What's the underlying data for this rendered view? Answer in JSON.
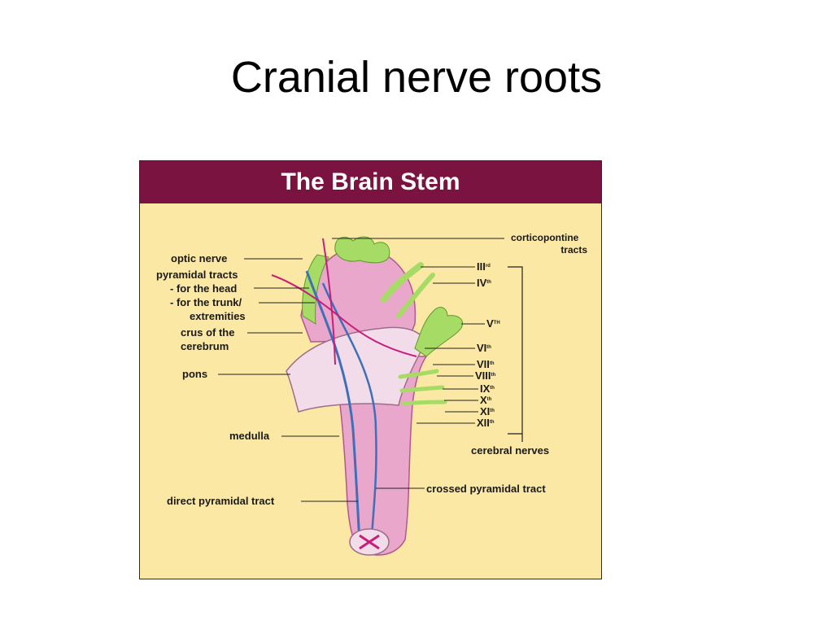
{
  "slide": {
    "title": "Cranial nerve roots"
  },
  "figure": {
    "header": "The Brain Stem",
    "labels": {
      "optic_nerve": "optic nerve",
      "pyramidal_tracts": "pyramidal tracts",
      "for_the_head": "- for the head",
      "for_the_trunk": "- for the trunk/",
      "extremities": "extremities",
      "crus_line1": "crus of the",
      "crus_line2": "cerebrum",
      "pons": "pons",
      "medulla": "medulla",
      "direct_pyramidal_tract": "direct pyramidal tract",
      "corticopontine_line1": "corticopontine",
      "corticopontine_line2": "tracts",
      "crossed_pyramidal_tract": "crossed pyramidal tract",
      "cerebral_nerves": "cerebral nerves"
    },
    "nerves": [
      {
        "numeral": "III",
        "suffix": "rd"
      },
      {
        "numeral": "IV",
        "suffix": "th"
      },
      {
        "numeral": "V",
        "suffix": "TH"
      },
      {
        "numeral": "VI",
        "suffix": "th"
      },
      {
        "numeral": "VII",
        "suffix": "th"
      },
      {
        "numeral": "VIII",
        "suffix": "th"
      },
      {
        "numeral": "IX",
        "suffix": "th"
      },
      {
        "numeral": "X",
        "suffix": "th"
      },
      {
        "numeral": "XI",
        "suffix": "th"
      },
      {
        "numeral": "XII",
        "suffix": "th"
      }
    ],
    "colors": {
      "header_bg": "#7b1341",
      "panel_bg": "#fbe8a4",
      "medulla_pink": "#e9a7cc",
      "pons_light": "#f3dcea",
      "nerve_green": "#a6dc66",
      "tract_blue": "#3f6fb8",
      "tract_magenta": "#c81e7a"
    }
  }
}
